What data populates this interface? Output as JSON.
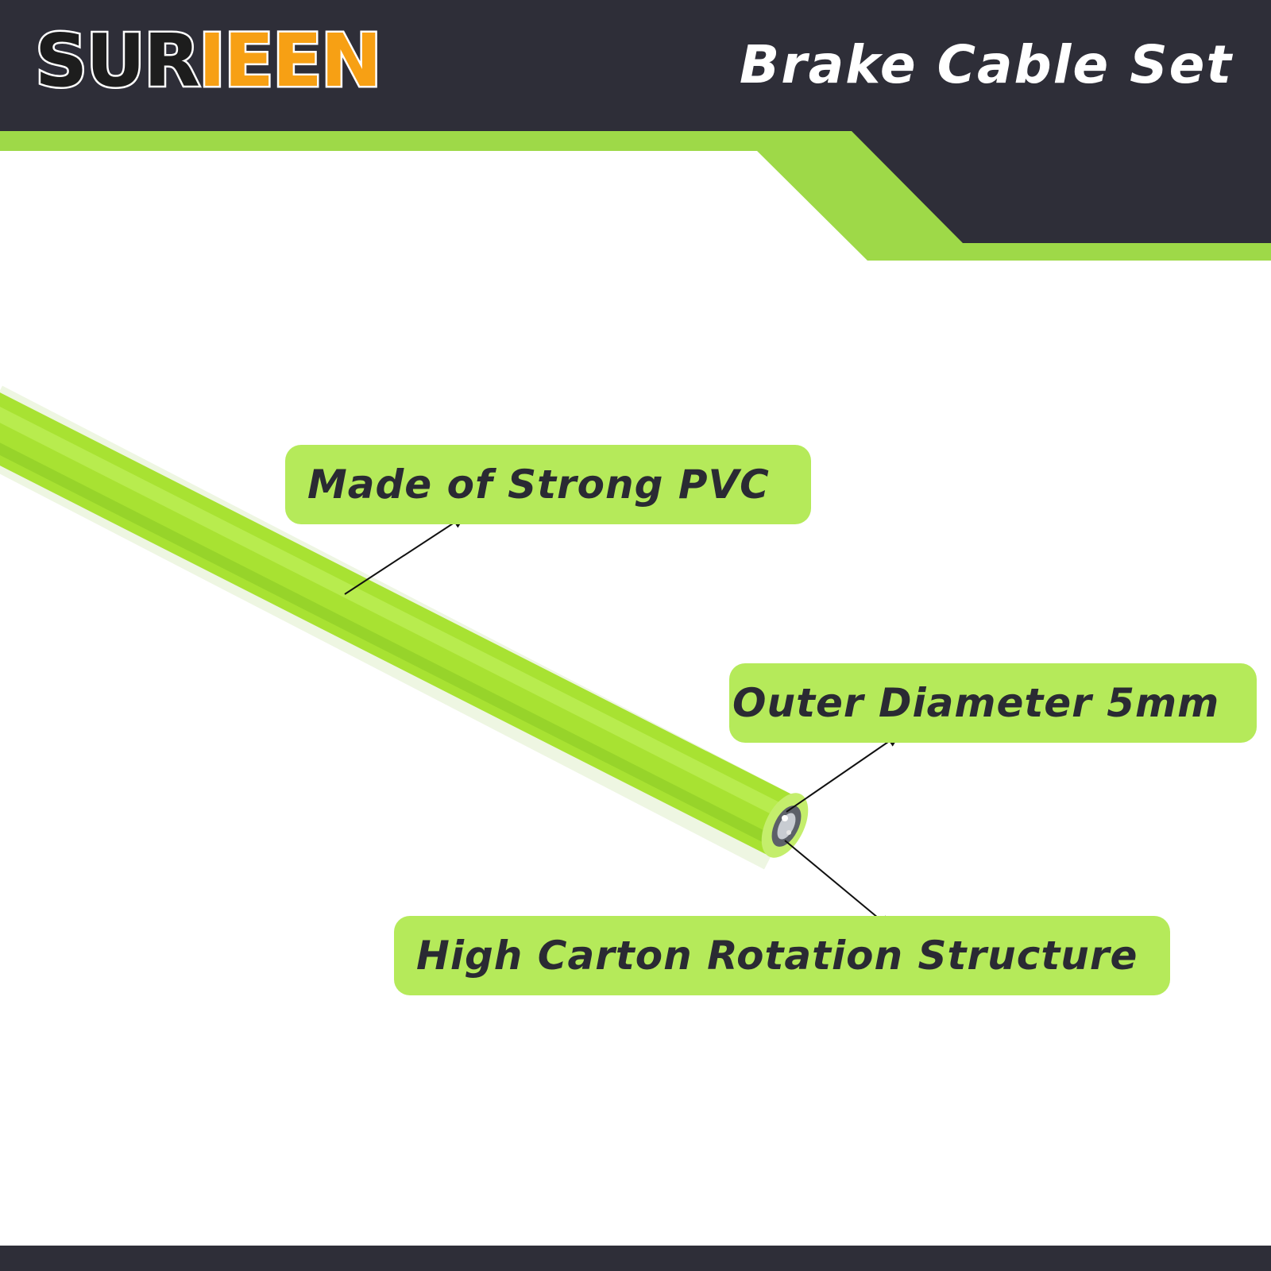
{
  "brand": {
    "logo_part1": "SUR",
    "logo_part2": "IEEN"
  },
  "header": {
    "title": "Brake Cable Set"
  },
  "callouts": {
    "material": "Made of Strong PVC",
    "diameter": "Outer Diameter 5mm",
    "structure": "High Carton Rotation Structure"
  },
  "colors": {
    "header_dark": "#2e2e38",
    "accent_green": "#9ed948",
    "callout_green": "#b5ea5a",
    "cable_green": "#a8e232",
    "logo_orange": "#f7a014",
    "text_dark": "#2a2a33"
  }
}
